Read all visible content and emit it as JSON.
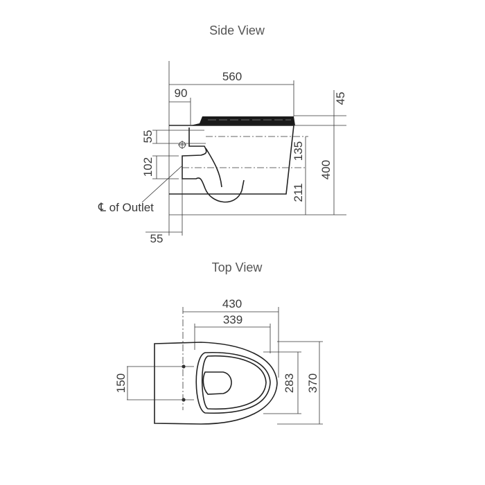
{
  "side_view": {
    "title": "Side View",
    "dims": {
      "length": "560",
      "rear": "90",
      "seat": "45",
      "inlet": "55",
      "outlet": "102",
      "inlet_height": "135",
      "height": "400",
      "outlet_height": "211",
      "outlet_offset": "55"
    },
    "outlet_label": "℄ of Outlet"
  },
  "top_view": {
    "title": "Top View",
    "dims": {
      "width_outer": "430",
      "width_inner": "339",
      "fixing": "150",
      "seat_width": "283",
      "overall_width": "370"
    }
  }
}
